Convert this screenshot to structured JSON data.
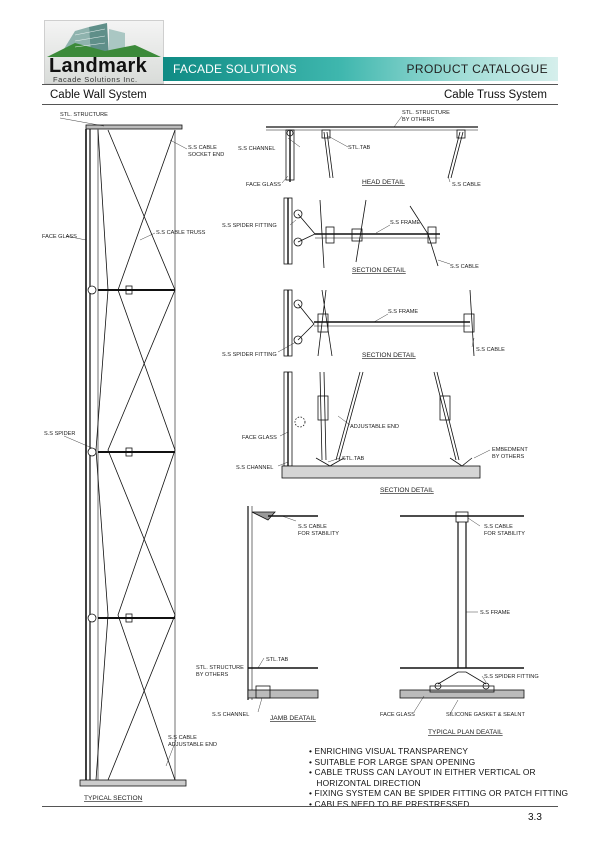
{
  "header": {
    "logo_name": "Landmark",
    "logo_sub": "Facade Solutions Inc.",
    "banner_left": "FACADE SOLUTIONS",
    "banner_right": "PRODUCT CATALOGUE",
    "colors": {
      "banner_start": "#0f8b84",
      "banner_end": "#d6efec"
    }
  },
  "subtitles": {
    "left": "Cable Wall System",
    "right": "Cable Truss System"
  },
  "typical_section": {
    "title": "TYPICAL SECTION",
    "labels": {
      "stl_structure": "STL. STRUCTURE",
      "cable_socket_1": "S.S CABLE",
      "cable_socket_2": "SOCKET END",
      "face_glass": "FACE GLASS",
      "cable_truss": "S.S CABLE TRUSS",
      "spider": "S.S SPIDER",
      "cable_adj_1": "S.S CABLE",
      "cable_adj_2": "ADJUSTABLE END"
    }
  },
  "head_detail": {
    "title": "HEAD DETAIL",
    "labels": {
      "stl_1": "STL. STRUCTURE",
      "stl_2": "BY OTHERS",
      "channel": "S.S CHANNEL",
      "tab": "STL.TAB",
      "glass": "FACE GLASS",
      "cable": "S.S CABLE"
    }
  },
  "section_detail_1": {
    "title": "SECTION DETAIL",
    "labels": {
      "spider": "S.S SPIDER FITTING",
      "frame": "S.S FRAME",
      "cable": "S.S CABLE"
    }
  },
  "section_detail_2": {
    "title": "SECTION DETAIL",
    "labels": {
      "frame": "S.S FRAME",
      "spider": "S.S SPIDER FITTING",
      "cable": "S.S CABLE"
    }
  },
  "section_detail_3": {
    "title": "SECTION DETAIL",
    "labels": {
      "adjustable": "ADJUSTABLE END",
      "glass": "FACE GLASS",
      "tab": "STL.TAB",
      "channel": "S.S CHANNEL",
      "emb_1": "EMBEDMENT",
      "emb_2": "BY OTHERS"
    }
  },
  "jamb_detail": {
    "title": "JAMB DEATAIL",
    "labels": {
      "cable_1": "S.S CABLE",
      "cable_2": "FOR STABILITY",
      "tab": "STL.TAB",
      "stl_1": "STL. STRUCTURE",
      "stl_2": "BY OTHERS",
      "channel": "S.S CHANNEL"
    }
  },
  "plan_detail": {
    "title": "TYPICAL PLAN DEATAIL",
    "labels": {
      "cable_1": "S.S CABLE",
      "cable_2": "FOR STABILITY",
      "frame": "S.S FRAME",
      "spider": "S.S SPIDER FITTING",
      "glass": "FACE GLASS",
      "gasket": "SILICONE GASKET & SEALNT"
    }
  },
  "notes": [
    "• ENRICHING VISUAL TRANSPARENCY",
    "• SUITABLE FOR LARGE SPAN OPENING",
    "• CABLE TRUSS CAN LAYOUT IN EITHER VERTICAL OR",
    "   HORIZONTAL DIRECTION",
    "• FIXING SYSTEM CAN BE SPIDER FITTING OR  PATCH FITTING",
    "• CABLES NEED TO BE PRESTRESSED"
  ],
  "page_number": "3.3"
}
